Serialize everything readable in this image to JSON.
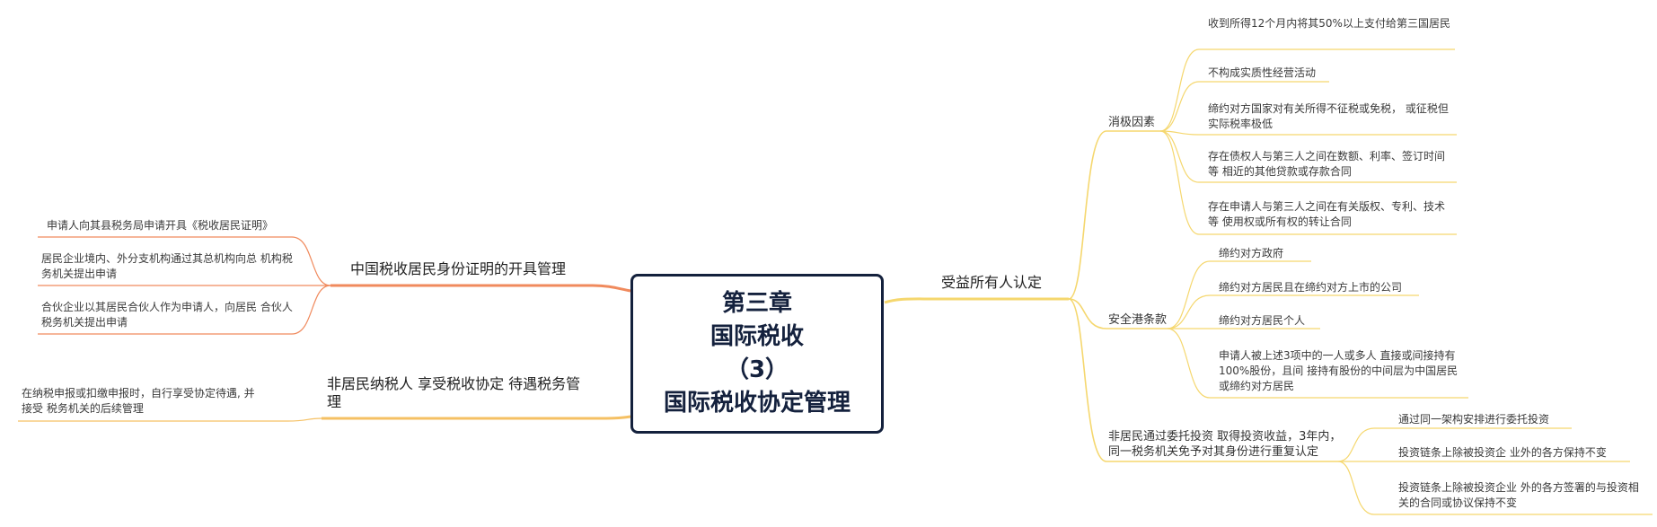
{
  "root": {
    "line1": "第三章",
    "line2": "国际税收",
    "line3": "（3）",
    "line4": "国际税收协定管理"
  },
  "left": {
    "branch1": {
      "title": "中国税收居民身份证明的开具管理",
      "items": [
        "申请人向其县税务局申请开具《税收居民证明》",
        "居民企业境内、外分支机构通过其总机构向总 机构税务机关提出申请",
        "合伙企业以其居民合伙人作为申请人，向居民 合伙人税务机关提出申请"
      ]
    },
    "branch2": {
      "title": "非居民纳税人 享受税收协定 待遇税务管理",
      "items": [
        "在纳税申报或扣缴申报时，自行享受协定待遇, 并接受 税务机关的后续管理"
      ]
    }
  },
  "right": {
    "title": "受益所有人认定",
    "groups": [
      {
        "label": "消极因素",
        "items": [
          "收到所得12个月内将其50%以上支付给第三国居民",
          "不构成实质性经营活动",
          "缔约对方国家对有关所得不征税或免税， 或征税但实际税率极低",
          "存在债权人与第三人之间在数额、利率、签订时间等 相近的其他贷款或存款合同",
          "存在申请人与第三人之间在有关版权、专利、技术等 使用权或所有权的转让合同"
        ]
      },
      {
        "label": "安全港条款",
        "items": [
          "缔约对方政府",
          "缔约对方居民且在缔约对方上市的公司",
          "缔约对方居民个人",
          "申请人被上述3项中的一人或多人 直接或间接持有100%股份，且间 接持有股份的中间层为中国居民  或缔约对方居民"
        ]
      },
      {
        "label": "非居民通过委托投资   取得投资收益，3年内，同一税务机关免予对其身份进行重复认定",
        "items": [
          "通过同一架构安排进行委托投资",
          "投资链条上除被投资企 业外的各方保持不变",
          "投资链条上除被投资企业 外的各方签署的与投资相 关的合同或协议保持不变"
        ]
      }
    ]
  },
  "colors": {
    "root_border": "#14213d",
    "left_branch": "#f08a5d",
    "left_branch_2": "#f5c063",
    "right_branch": "#f5d76e"
  }
}
